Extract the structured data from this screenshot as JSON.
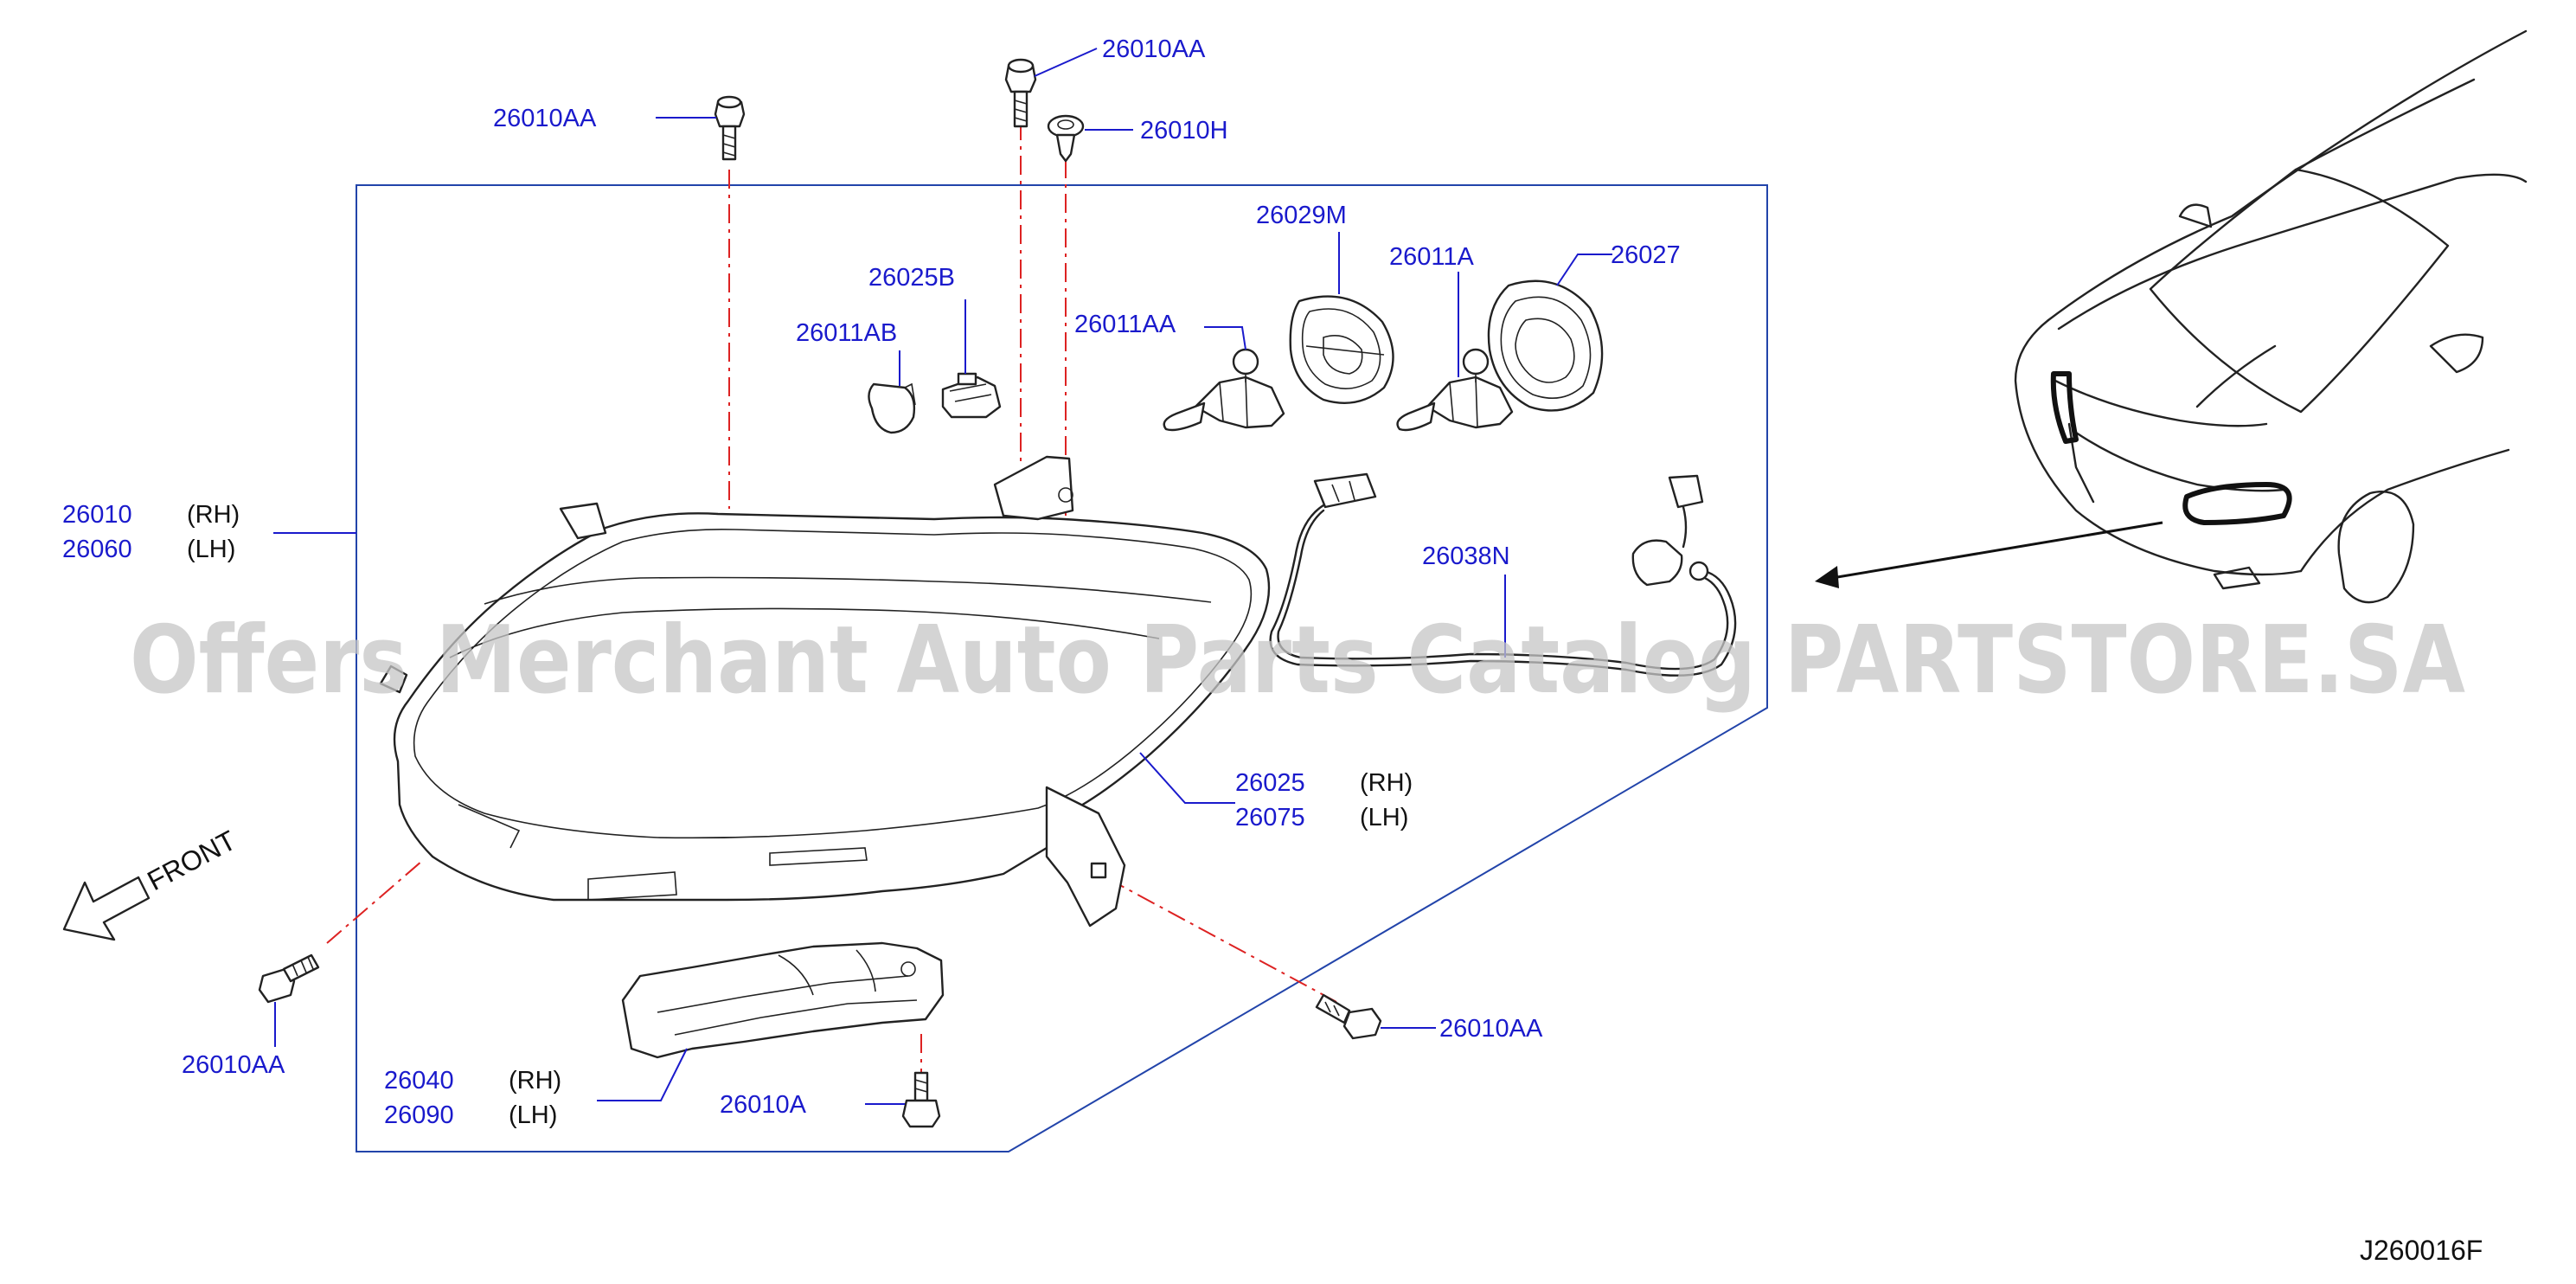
{
  "diagram": {
    "reference_code": "J260016F",
    "front_indicator": "FRONT",
    "watermark": "Offers Merchant Auto Parts Catalog PARTSTORE.SA",
    "labels": {
      "bolt_top_left": "26010AA",
      "bolt_top_right": "26010AA",
      "clip_top": "26010H",
      "bulb_socket_small": "26025B",
      "bulb_small": "26011AB",
      "bulb_low": "26011AA",
      "cap_m": "26029M",
      "bulb_high": "26011A",
      "cap_large": "26027",
      "housing_rh_number": "26010",
      "housing_rh_side": "(RH)",
      "housing_lh_number": "26060",
      "housing_lh_side": "(LH)",
      "harness": "26038N",
      "lens_rh_number": "26025",
      "lens_rh_side": "(RH)",
      "lens_lh_number": "26075",
      "lens_lh_side": "(LH)",
      "bolt_bottom_left": "26010AA",
      "bolt_bottom_right": "26010AA",
      "bracket_rh_number": "26040",
      "bracket_rh_side": "(RH)",
      "bracket_lh_number": "26090",
      "bracket_lh_side": "(LH)",
      "bolt_bracket": "26010A"
    },
    "colors": {
      "label_text": "#1a1acc",
      "frame_line": "#2244aa",
      "centerline": "#dd2222",
      "part_outline": "#222222"
    }
  }
}
